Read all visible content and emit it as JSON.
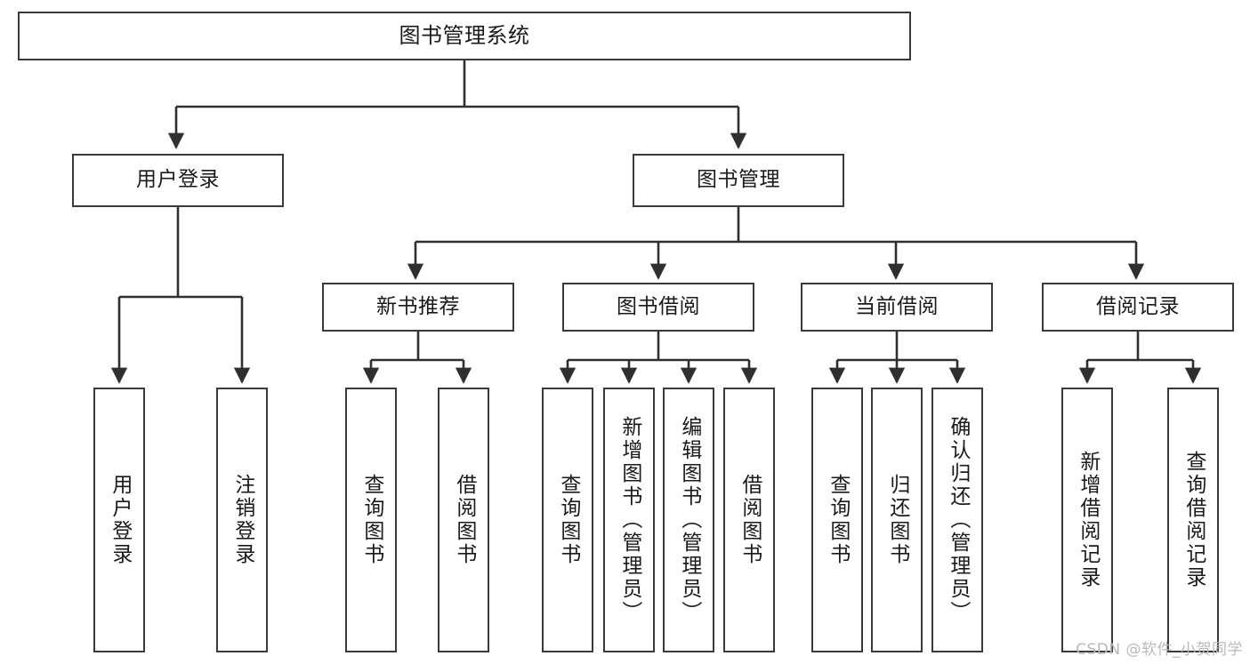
{
  "diagram": {
    "title": "图书管理系统",
    "watermark": "CSDN @软件_小贺同学",
    "stroke_color": "#3a3a3a",
    "text_color": "#1a1a1a",
    "background_color": "#ffffff",
    "type": "tree-hierarchy",
    "root": {
      "id": "root",
      "label": "图书管理系统"
    },
    "level1": [
      {
        "id": "user-login",
        "label": "用户登录"
      },
      {
        "id": "book-manage",
        "label": "图书管理"
      }
    ],
    "level2": [
      {
        "id": "new-book-recommend",
        "label": "新书推荐",
        "parent": "book-manage"
      },
      {
        "id": "book-borrow",
        "label": "图书借阅",
        "parent": "book-manage"
      },
      {
        "id": "current-borrow",
        "label": "当前借阅",
        "parent": "book-manage"
      },
      {
        "id": "borrow-record",
        "label": "借阅记录",
        "parent": "book-manage"
      }
    ],
    "leaves": {
      "user-login": [
        {
          "id": "leaf-user-login",
          "label": "用户登录"
        },
        {
          "id": "leaf-user-logout",
          "label": "注销登录"
        }
      ],
      "new-book-recommend": [
        {
          "id": "leaf-query-book-1",
          "label": "查询图书"
        },
        {
          "id": "leaf-borrow-book-1",
          "label": "借阅图书"
        }
      ],
      "book-borrow": [
        {
          "id": "leaf-query-book-2",
          "label": "查询图书"
        },
        {
          "id": "leaf-add-book",
          "label": "新增图书（管理员）"
        },
        {
          "id": "leaf-edit-book",
          "label": "编辑图书（管理员）"
        },
        {
          "id": "leaf-borrow-book-2",
          "label": "借阅图书"
        }
      ],
      "current-borrow": [
        {
          "id": "leaf-query-book-3",
          "label": "查询图书"
        },
        {
          "id": "leaf-return-book",
          "label": "归还图书"
        },
        {
          "id": "leaf-confirm-return",
          "label": "确认归还（管理员）"
        }
      ],
      "borrow-record": [
        {
          "id": "leaf-add-record",
          "label": "新增借阅记录"
        },
        {
          "id": "leaf-query-record",
          "label": "查询借阅记录"
        }
      ]
    }
  }
}
